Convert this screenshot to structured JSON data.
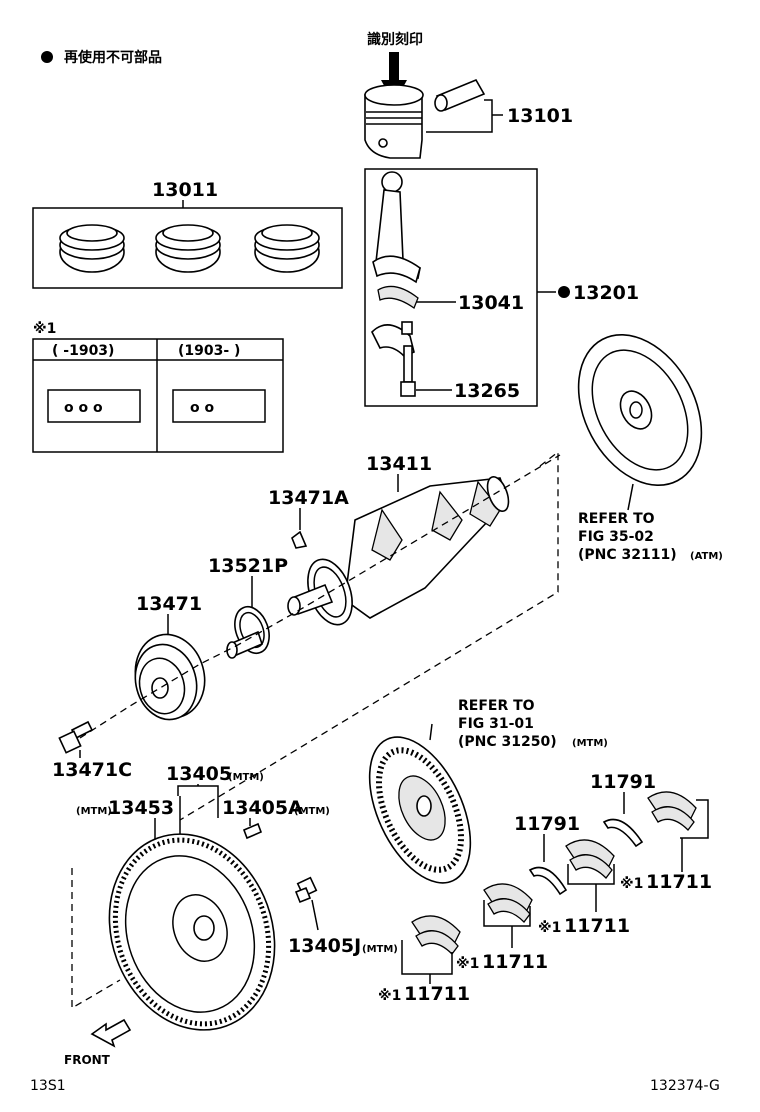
{
  "legend": {
    "dot_text": "再使用不可部品"
  },
  "marking": {
    "text": "識別刻印"
  },
  "parts": {
    "p13101": "13101",
    "p13011": "13011",
    "p13201": "13201",
    "p13041": "13041",
    "p13265": "13265",
    "p13411": "13411",
    "p13471A": "13471A",
    "p13521P": "13521P",
    "p13471": "13471",
    "p13471C": "13471C",
    "p13405": "13405",
    "p13405_suffix": "(MTM)",
    "p13453_prefix": "(MTM)",
    "p13453": "13453",
    "p13405A": "13405A",
    "p13405A_suffix": "(MTM)",
    "p13405J": "13405J",
    "p13405J_suffix": "(MTM)",
    "p11791_a": "11791",
    "p11791_b": "11791",
    "p11711_a": "11711",
    "p11711_b": "11711",
    "p11711_c": "11711",
    "p11711_d": "11711"
  },
  "note_mark": "※1",
  "inset": {
    "title": "※1",
    "col1_header": "(      -1903)",
    "col2_header": "(1903-       )",
    "col1_marks": "o  o  o",
    "col2_marks": "o        o"
  },
  "refer_flexplate": {
    "line1": "REFER TO",
    "line2": "FIG 35-02",
    "line3": "(PNC 32111)",
    "suffix": "(ATM)"
  },
  "refer_clutch": {
    "line1": "REFER TO",
    "line2": "FIG 31-01",
    "line3": "(PNC 31250)",
    "suffix": "(MTM)"
  },
  "front_label": "FRONT",
  "footer": {
    "left": "13S1",
    "right": "132374-G"
  }
}
